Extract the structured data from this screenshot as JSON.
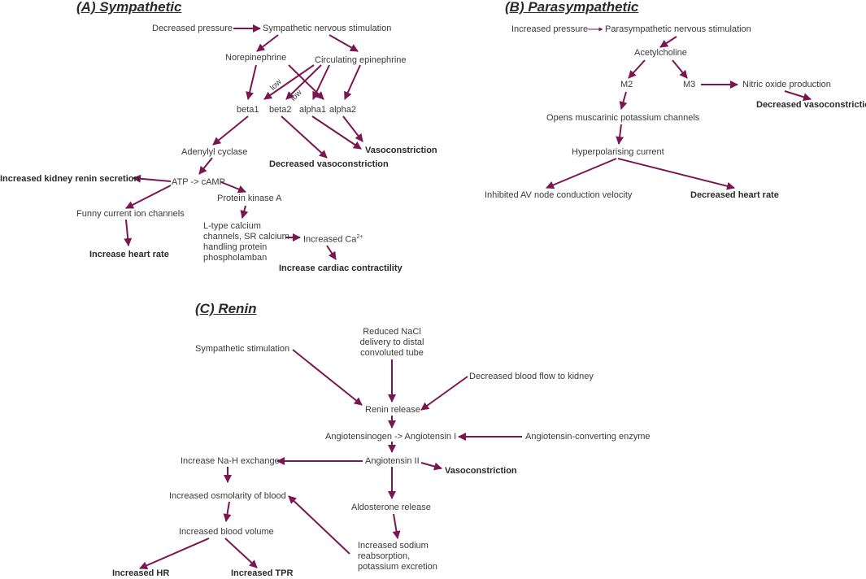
{
  "panel_a": {
    "title": "(A) Sympathetic",
    "decreased_pressure": "Decreased pressure",
    "sns_stimulation": "Sympathetic nervous stimulation",
    "norepinephrine": "Norepinephrine",
    "circ_epinephrine": "Circulating epinephrine",
    "low_1": "low",
    "low_2": "low",
    "beta1": "beta1",
    "beta2": "beta2",
    "alpha1": "alpha1",
    "alpha2": "alpha2",
    "vasoconstriction": "Vasoconstriction",
    "decreased_vasoconstriction": "Decreased vasoconstriction",
    "adenylyl_cyclase": "Adenylyl cyclase",
    "atp_camp": "ATP -> cAMP",
    "kidney_renin": "Increased kidney renin secretion",
    "protein_kinase": "Protein kinase A",
    "funny_current": "Funny current ion channels",
    "l_type_1": "L-type calcium",
    "l_type_2": "channels, SR calcium",
    "l_type_3": "handling protein",
    "l_type_4": "phospholamban",
    "increased_ca": "Increased Ca",
    "ca_superscript": "2+",
    "increase_hr": "Increase heart rate",
    "increase_contractility": "Increase cardiac contractility"
  },
  "panel_b": {
    "title": "(B) Parasympathetic",
    "increased_pressure": "Increased pressure",
    "pns_stimulation": "Parasympathetic nervous stimulation",
    "acetylcholine": "Acetylcholine",
    "m2": "M2",
    "m3": "M3",
    "nitric_oxide": "Nitric oxide production",
    "decreased_vasoconstriction": "Decreased vasoconstriction",
    "muscarinic": "Opens muscarinic potassium channels",
    "hyperpolarising": "Hyperpolarising current",
    "av_node": "Inhibited AV node conduction velocity",
    "decreased_hr": "Decreased heart rate"
  },
  "panel_c": {
    "title": "(C) Renin",
    "sympathetic_stim": "Sympathetic stimulation",
    "nacl_1": "Reduced NaCl",
    "nacl_2": "delivery to distal",
    "nacl_3": "convoluted tube",
    "blood_flow": "Decreased blood flow to kidney",
    "renin_release": "Renin release",
    "angiotensinogen": "Angiotensinogen -> Angiotensin I",
    "ace": "Angiotensin-converting enzyme",
    "angiotensin_ii": "Angiotensin II",
    "vasoconstriction": "Vasoconstriction",
    "na_h": "Increase Na-H exchange",
    "osmolarity": "Increased osmolarity of blood",
    "aldosterone": "Aldosterone release",
    "blood_volume": "Increased blood volume",
    "sodium_1": "Increased sodium",
    "sodium_2": "reabsorption,",
    "sodium_3": "potassium excretion",
    "increased_hr": "Increased HR",
    "increased_tpr": "Increased TPR"
  },
  "colors": {
    "arrow": "#7a1650",
    "text": "#3a3a3a"
  }
}
